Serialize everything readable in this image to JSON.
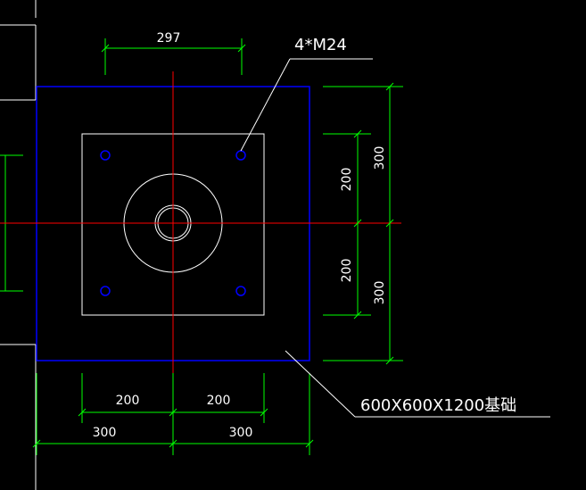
{
  "drawing": {
    "colors": {
      "background": "#000000",
      "foundation": "#0000ff",
      "plate": "#ffffff",
      "centerline": "#ff0000",
      "dimension": "#00ff00",
      "bolt": "#0000ff",
      "text": "#ffffff"
    },
    "dimensions": {
      "top_bolt_spacing": "297",
      "right_upper_outer": "300",
      "right_lower_outer": "300",
      "right_upper_inner": "200",
      "right_lower_inner": "200",
      "bottom_left_inner": "200",
      "bottom_right_inner": "200",
      "bottom_left_outer": "300",
      "bottom_right_outer": "300"
    },
    "callouts": {
      "bolts": "4*M24",
      "foundation": "600X600X1200基础"
    }
  }
}
